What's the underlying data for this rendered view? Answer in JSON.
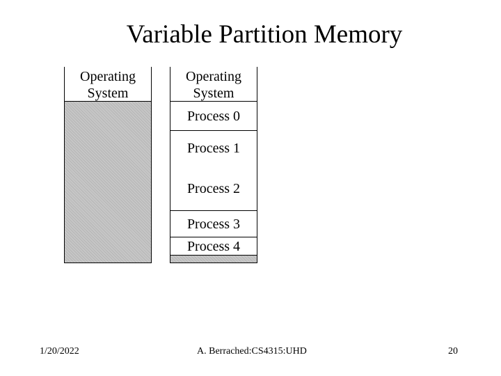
{
  "title": "Variable Partition Memory",
  "left_column": {
    "os_label": "Operating System"
  },
  "right_column": {
    "os_label": "Operating System",
    "processes": [
      "Process 0",
      "Process 1",
      "Process 2",
      "Process 3",
      "Process 4"
    ]
  },
  "footer": {
    "date": "1/20/2022",
    "center": "A. Berrached:CS4315:UHD",
    "page": "20"
  }
}
